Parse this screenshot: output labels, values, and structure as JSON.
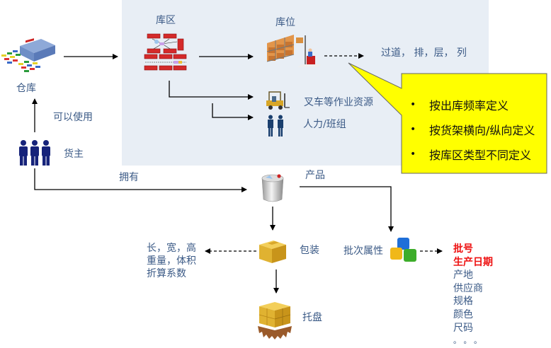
{
  "diagram": {
    "nodes": {
      "warehouse": {
        "label": "仓库",
        "icon": "warehouse-icon"
      },
      "zone": {
        "label": "库区",
        "icon": "zone-layout-icon"
      },
      "location": {
        "label": "库位",
        "icon": "shelving-forklift-icon"
      },
      "location_detail": {
        "label": "过道， 排，层， 列"
      },
      "forklift_resource": {
        "label": "叉车等作业资源",
        "icon": "forklift-icon"
      },
      "labor": {
        "label": "人力/班组",
        "icon": "workers-icon"
      },
      "owner": {
        "label": "货主",
        "icon": "people-group-icon"
      },
      "product": {
        "label": "产品",
        "icon": "product-can-icon"
      },
      "package": {
        "label": "包装",
        "icon": "box-icon"
      },
      "pallet": {
        "label": "托盘",
        "icon": "pallet-icon"
      },
      "batch_attr": {
        "label": "批次属性",
        "icon": "cubes-icon"
      }
    },
    "edges": {
      "owner_to_warehouse": "可以使用",
      "owner_to_product": "拥有"
    },
    "package_dimensions": [
      "长，宽，高",
      "重量，体积",
      "折算系数"
    ],
    "batch_attributes": [
      {
        "text": "批号",
        "highlight": true
      },
      {
        "text": "生产日期",
        "highlight": true
      },
      {
        "text": "产地",
        "highlight": false
      },
      {
        "text": "供应商",
        "highlight": false
      },
      {
        "text": "规格",
        "highlight": false
      },
      {
        "text": "颜色",
        "highlight": false
      },
      {
        "text": "尺码",
        "highlight": false
      },
      {
        "text": "。 。 。",
        "highlight": false
      }
    ],
    "callout": {
      "bullet": "•",
      "items": [
        "按出库频率定义",
        "按货架横向/纵向定义",
        "按库区类型不同定义"
      ],
      "color": "#ffff00"
    },
    "colors": {
      "panel": "#e8eef5",
      "label": "#3b5a86",
      "highlight": "#ee1111"
    }
  }
}
